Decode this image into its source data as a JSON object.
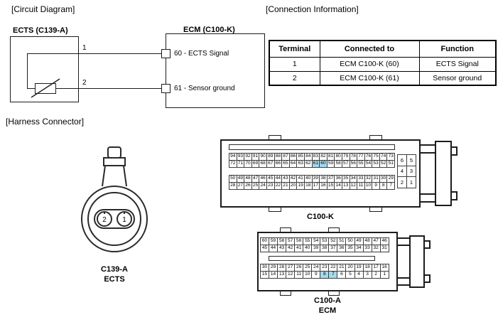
{
  "sections": {
    "circuit": "[Circuit Diagram]",
    "connection": "[Connection Information]",
    "harness": "[Harness Connector]"
  },
  "circuit": {
    "ects_label": "ECTS (C139-A)",
    "ecm_label": "ECM (C100-K)",
    "wire1_label": "1",
    "wire2_label": "2",
    "pin60_label": "60 - ECTS Signal",
    "pin61_label": "61 - Sensor ground"
  },
  "connection_table": {
    "headers": [
      "Terminal",
      "Connected to",
      "Function"
    ],
    "rows": [
      {
        "terminal": "1",
        "connected_to": "ECM C100-K (60)",
        "function": "ECTS Signal"
      },
      {
        "terminal": "2",
        "connected_to": "ECM C100-K (61)",
        "function": "Sensor ground"
      }
    ]
  },
  "c139a": {
    "terminals": [
      "2",
      "1"
    ],
    "name": "C139-A",
    "subtitle": "ECTS"
  },
  "c100k": {
    "name": "C100-K",
    "highlighted_pins": [
      "61",
      "60"
    ],
    "pin_rows_top": [
      [
        "94",
        "93",
        "92",
        "91",
        "90",
        "89",
        "88",
        "87",
        "86",
        "85",
        "84",
        "83",
        "82",
        "81",
        "80",
        "79",
        "78",
        "77",
        "76",
        "75",
        "74",
        "73"
      ],
      [
        "72",
        "71",
        "70",
        "69",
        "68",
        "67",
        "66",
        "65",
        "64",
        "63",
        "62",
        "61",
        "60",
        "59",
        "58",
        "57",
        "56",
        "55",
        "54",
        "53",
        "52",
        "51"
      ]
    ],
    "pin_rows_bottom": [
      [
        "50",
        "49",
        "48",
        "47",
        "46",
        "45",
        "44",
        "43",
        "42",
        "41",
        "40",
        "39",
        "38",
        "37",
        "36",
        "35",
        "34",
        "33",
        "32",
        "31",
        "30",
        "29"
      ],
      [
        "28",
        "27",
        "26",
        "25",
        "24",
        "23",
        "22",
        "21",
        "20",
        "19",
        "18",
        "17",
        "16",
        "15",
        "14",
        "13",
        "12",
        "11",
        "10",
        "9",
        "8",
        "7"
      ]
    ],
    "side_pin_rows": [
      [
        "6",
        "5"
      ],
      [
        "4",
        "3"
      ],
      [
        "2",
        "1"
      ]
    ]
  },
  "c100a": {
    "name": "C100-A",
    "subtitle": "ECM",
    "highlighted_pins": [
      "8",
      "7"
    ],
    "pin_rows_top": [
      [
        "60",
        "59",
        "58",
        "57",
        "56",
        "55",
        "54",
        "53",
        "52",
        "51",
        "50",
        "49",
        "48",
        "47",
        "46"
      ],
      [
        "45",
        "44",
        "43",
        "42",
        "41",
        "40",
        "39",
        "38",
        "37",
        "36",
        "35",
        "34",
        "33",
        "32",
        "31"
      ]
    ],
    "pin_rows_bottom": [
      [
        "30",
        "29",
        "28",
        "27",
        "26",
        "25",
        "24",
        "23",
        "22",
        "21",
        "20",
        "19",
        "18",
        "17",
        "16"
      ],
      [
        "15",
        "14",
        "13",
        "12",
        "11",
        "10",
        "9",
        "8",
        "7",
        "6",
        "5",
        "4",
        "3",
        "2",
        "1"
      ]
    ]
  },
  "colors": {
    "highlight": "#a6d9ec"
  }
}
